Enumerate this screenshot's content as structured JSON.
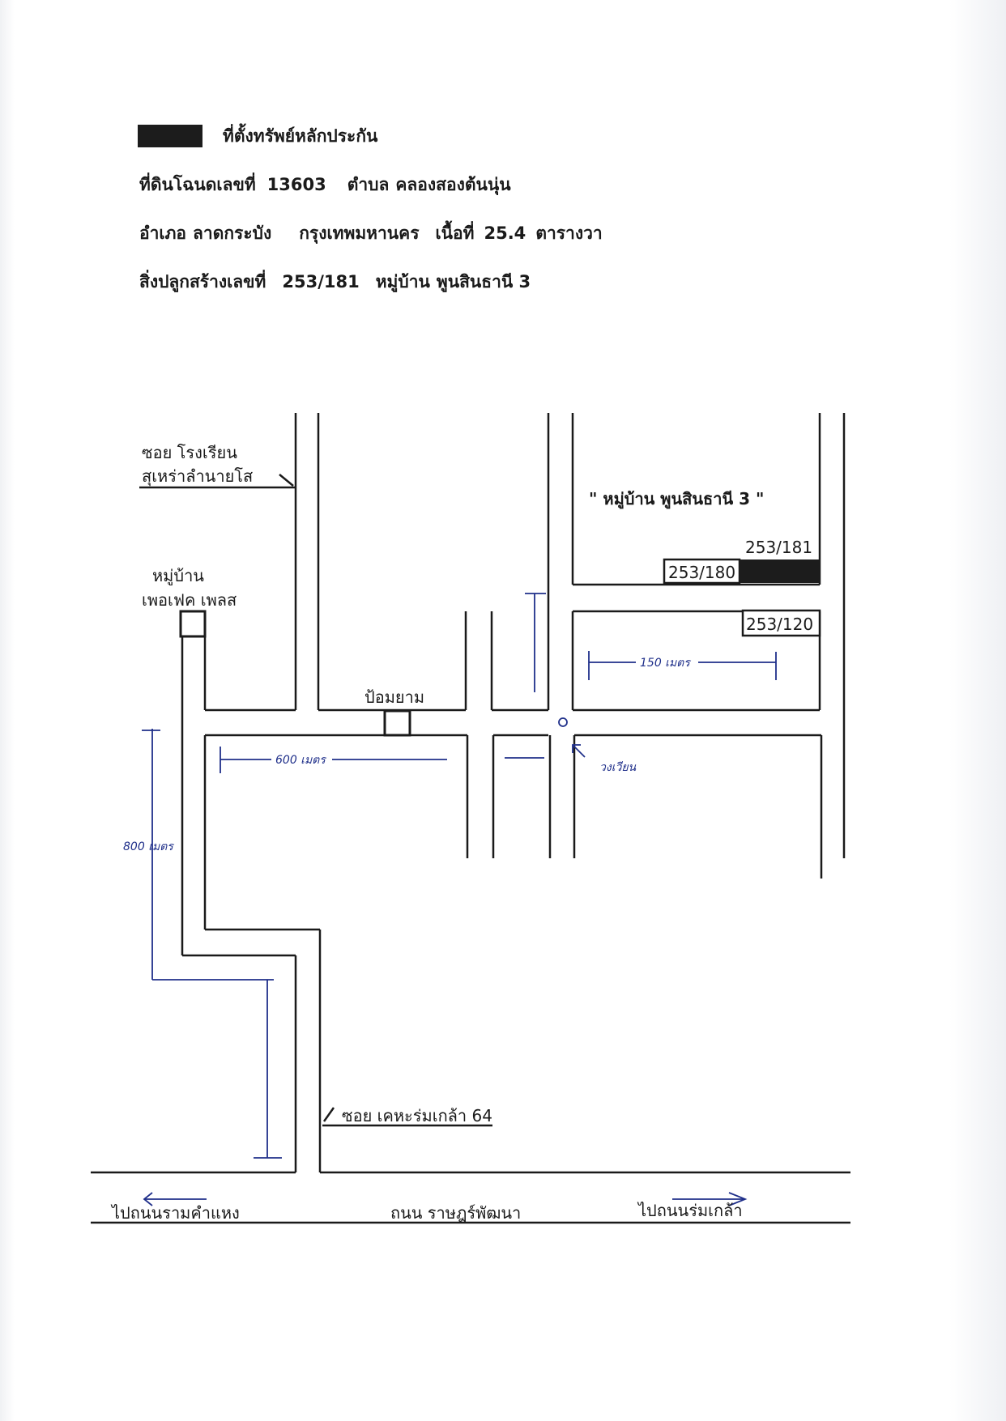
{
  "header": {
    "title": "ที่ตั้งทรัพย์หลักประกัน",
    "line1": {
      "deed_label": "ที่ดินโฉนดเลขที่",
      "deed_no": "13603",
      "subdistrict_label": "ตำบล",
      "subdistrict": "คลองสองต้นนุ่น"
    },
    "line2": {
      "district_label": "อำเภอ",
      "district": "ลาดกระบัง",
      "province": "กรุงเทพมหานคร",
      "area_label": "เนื้อที่",
      "area": "25.4",
      "area_unit": "ตารางวา"
    },
    "line3": {
      "building_label": "สิ่งปลูกสร้างเลขที่",
      "building_no": "253/181",
      "village_label": "หมู่บ้าน",
      "village": "พูนสินธานี 3"
    }
  },
  "map": {
    "soi_school_line1": "ซอย โรงเรียน",
    "soi_school_line2": "สุเหร่าลำนายโส",
    "perfect_place_line1": "หมู่บ้าน",
    "perfect_place_line2": "เพอเฟค เพลส",
    "village_label": "\" หมู่บ้าน พูนสินธานี 3 \"",
    "house_181": "253/181",
    "house_180": "253/180",
    "house_120": "253/120",
    "guard_post": "ป้อมยาม",
    "dist_150": "150 เมตร",
    "dist_600": "600 เมตร",
    "dist_800": "800 เมตร",
    "roundabout": "วงเวียน",
    "soi_kheha": "ซอย เคหะร่มเกล้า 64",
    "main_road": "ถนน ราษฎร์พัฒนา",
    "to_ramkhamhaeng": "ไปถนนรามคำแหง",
    "to_romklao": "ไปถนนร่มเกล้า"
  },
  "colors": {
    "ink": "#1a1a1a",
    "pen": "#1f2f8a",
    "redaction": "#1c1c1c"
  }
}
